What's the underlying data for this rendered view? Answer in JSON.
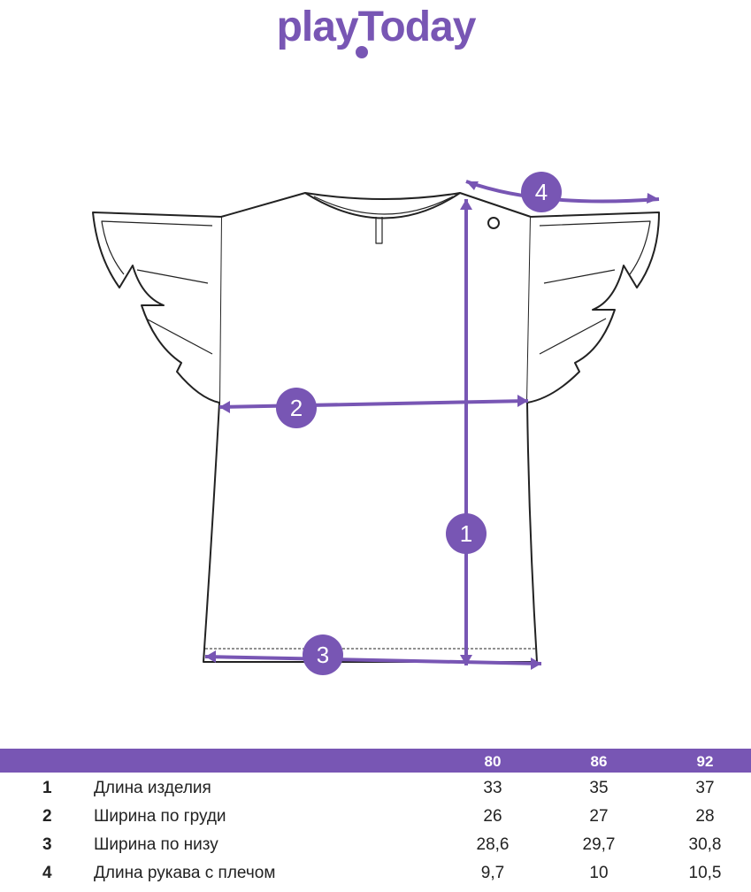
{
  "brand": {
    "logo_text": "playToday",
    "color": "#7856b4"
  },
  "diagram": {
    "markers": [
      "1",
      "2",
      "3",
      "4"
    ]
  },
  "table": {
    "sizes": [
      "80",
      "86",
      "92"
    ],
    "rows": [
      {
        "num": "1",
        "label": "Длина изделия",
        "values": [
          "33",
          "35",
          "37"
        ]
      },
      {
        "num": "2",
        "label": "Ширина по груди",
        "values": [
          "26",
          "27",
          "28"
        ]
      },
      {
        "num": "3",
        "label": "Ширина по низу",
        "values": [
          "28,6",
          "29,7",
          "30,8"
        ]
      },
      {
        "num": "4",
        "label": "Длина рукава с плечом",
        "values": [
          "9,7",
          "10",
          "10,5"
        ]
      }
    ]
  }
}
